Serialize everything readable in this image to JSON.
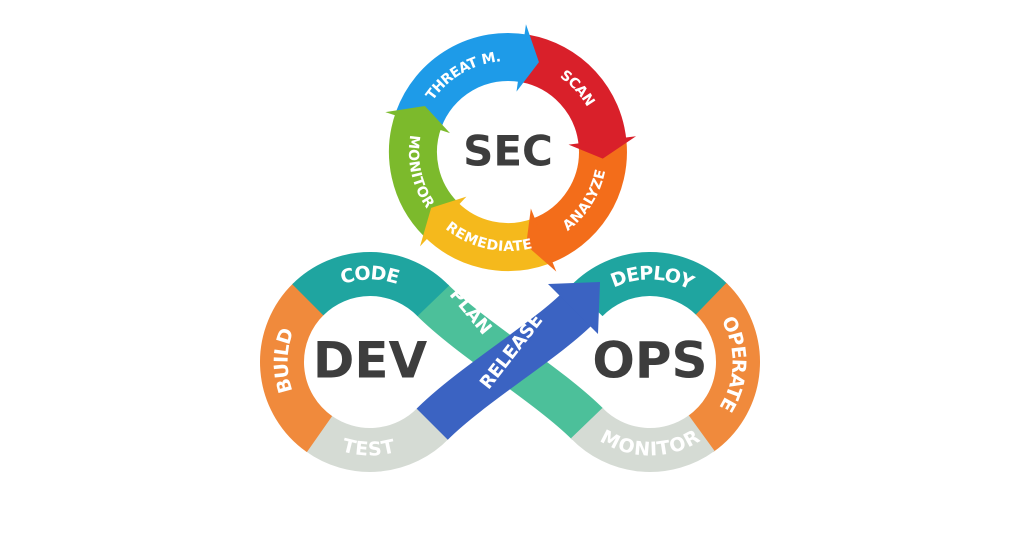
{
  "sec": {
    "title": "SEC",
    "stages": [
      {
        "label": "THREAT M.",
        "color": "#1e9be8"
      },
      {
        "label": "SCAN",
        "color": "#d9202a"
      },
      {
        "label": "ANALYZE",
        "color": "#f36d1a"
      },
      {
        "label": "REMEDIATE",
        "color": "#f5b91c"
      },
      {
        "label": "MONITOR",
        "color": "#7cba2c"
      }
    ]
  },
  "devops": {
    "dev_title": "DEV",
    "ops_title": "OPS",
    "stages": {
      "code": {
        "label": "CODE",
        "color": "#1fa5a0"
      },
      "build": {
        "label": "BUILD",
        "color": "#f08a3c"
      },
      "test": {
        "label": "TEST",
        "color": "#d5dbd4"
      },
      "plan": {
        "label": "PLAN",
        "color": "#4cc09a"
      },
      "release": {
        "label": "RELEASE",
        "color": "#3b63c2"
      },
      "deploy": {
        "label": "DEPLOY",
        "color": "#1fa5a0"
      },
      "operate": {
        "label": "OPERATE",
        "color": "#f08a3c"
      },
      "monitor": {
        "label": "MONITOR",
        "color": "#d5dbd4"
      }
    }
  }
}
